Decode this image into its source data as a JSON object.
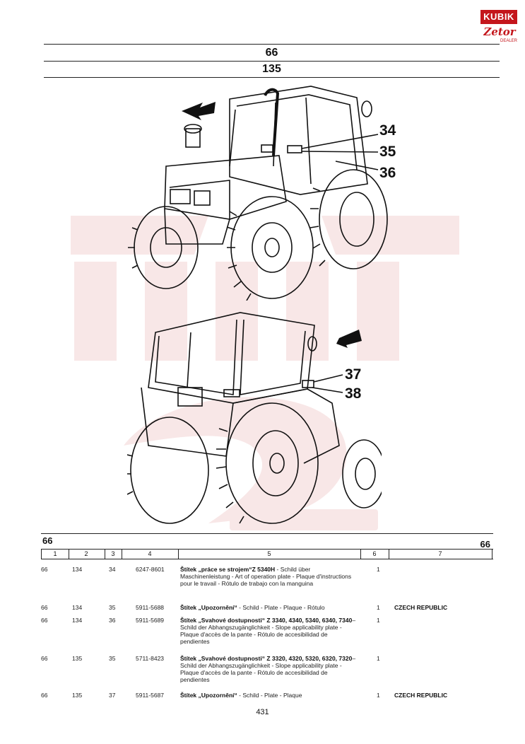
{
  "brand": {
    "kubik": "KUBIK",
    "zetor": "Zetor",
    "dealer": "DEALER",
    "red": "#c4161c"
  },
  "header": {
    "group": "66",
    "subgroup": "135"
  },
  "callouts": {
    "top": [
      "34",
      "35",
      "36"
    ],
    "bottom": [
      "37",
      "38"
    ]
  },
  "table": {
    "group_code": "66",
    "group_code_right": "66",
    "columns": [
      "1",
      "2",
      "3",
      "4",
      "5",
      "6",
      "7"
    ],
    "rows": [
      {
        "c1": "66",
        "c2": "134",
        "c3": "34",
        "c4": "6247-8601",
        "title": "Štítek „práce se strojem“Z 5340H",
        "desc": " - Schild über Maschinenleistung - Art of operation plate - Plaque d'instructions pour le travail - Rótulo de trabajo con la manguina",
        "c6": "1",
        "c7": ""
      },
      {
        "c1": "66",
        "c2": "134",
        "c3": "35",
        "c4": "5911-5688",
        "title": "Štítek „Upozornění“",
        "desc": " - Schild - Plate - Plaque - Rótulo",
        "c6": "1",
        "c7": "CZECH REPUBLIC"
      },
      {
        "c1": "66",
        "c2": "134",
        "c3": "36",
        "c4": "5911-5689",
        "title": "Štítek „Svahové dostupnosti“ Z 3340, 4340, 5340, 6340, 7340",
        "desc": "– Schild der Abhangszugänglichkeit - Slope applicability plate - Plaque d'accès de la pante - Rótulo de accesibilidad de pendientes",
        "c6": "1",
        "c7": ""
      },
      {
        "c1": "66",
        "c2": "135",
        "c3": "35",
        "c4": "5711-8423",
        "title": "Štítek „Svahové dostupnosti“ Z 3320, 4320, 5320, 6320, 7320",
        "desc": "– Schild der Abhangszugänglichkeit - Slope applicability plate - Plaque d'accès de la pante - Rótulo de accesibilidad de pendientes",
        "c6": "1",
        "c7": ""
      },
      {
        "c1": "66",
        "c2": "135",
        "c3": "37",
        "c4": "5911-5687",
        "title": "Štítek „Upozornění“",
        "desc": " - Schild - Plate - Plaque",
        "c6": "1",
        "c7": "CZECH REPUBLIC"
      }
    ]
  },
  "page_number": "431"
}
